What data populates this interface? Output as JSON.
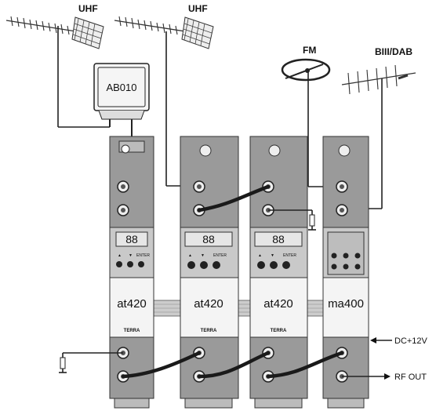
{
  "antennas": {
    "uhf_1_label": "UHF",
    "uhf_2_label": "UHF",
    "fm_label": "FM",
    "biii_dab_label": "BIII/DAB"
  },
  "amplifier_box": {
    "label": "AB010"
  },
  "modules": [
    {
      "name": "at420",
      "brand": "TERRA",
      "display": "88",
      "button_labels": [
        "▲",
        "▼",
        "ENTER"
      ]
    },
    {
      "name": "at420",
      "brand": "TERRA",
      "display": "88",
      "button_labels": [
        "▲",
        "▼",
        "ENTER"
      ]
    },
    {
      "name": "at420",
      "brand": "TERRA",
      "display": "88",
      "button_labels": [
        "▲",
        "▼",
        "ENTER"
      ]
    },
    {
      "name": "ma400",
      "brand": ""
    }
  ],
  "connections": {
    "dc_label": "DC+12V",
    "rf_out_label": "RF OUT"
  }
}
